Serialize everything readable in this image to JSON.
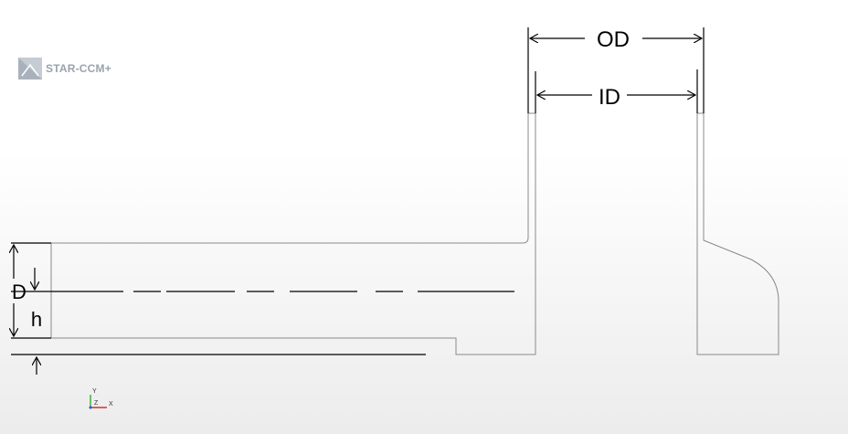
{
  "app": {
    "logo_text": "STAR-CCM+",
    "logo_icon": "star-ccm-logo-icon",
    "brand_color": "#9aa3ad"
  },
  "dimensions": {
    "outer_diameter_label": "OD",
    "inner_diameter_label": "ID",
    "duct_height_label": "D",
    "step_height_label": "h"
  },
  "axis_triad": {
    "x_label": "X",
    "y_label": "Y",
    "z_label": "Z",
    "x_color": "#cc3333",
    "y_color": "#33aa33",
    "z_color": "#3355cc"
  }
}
